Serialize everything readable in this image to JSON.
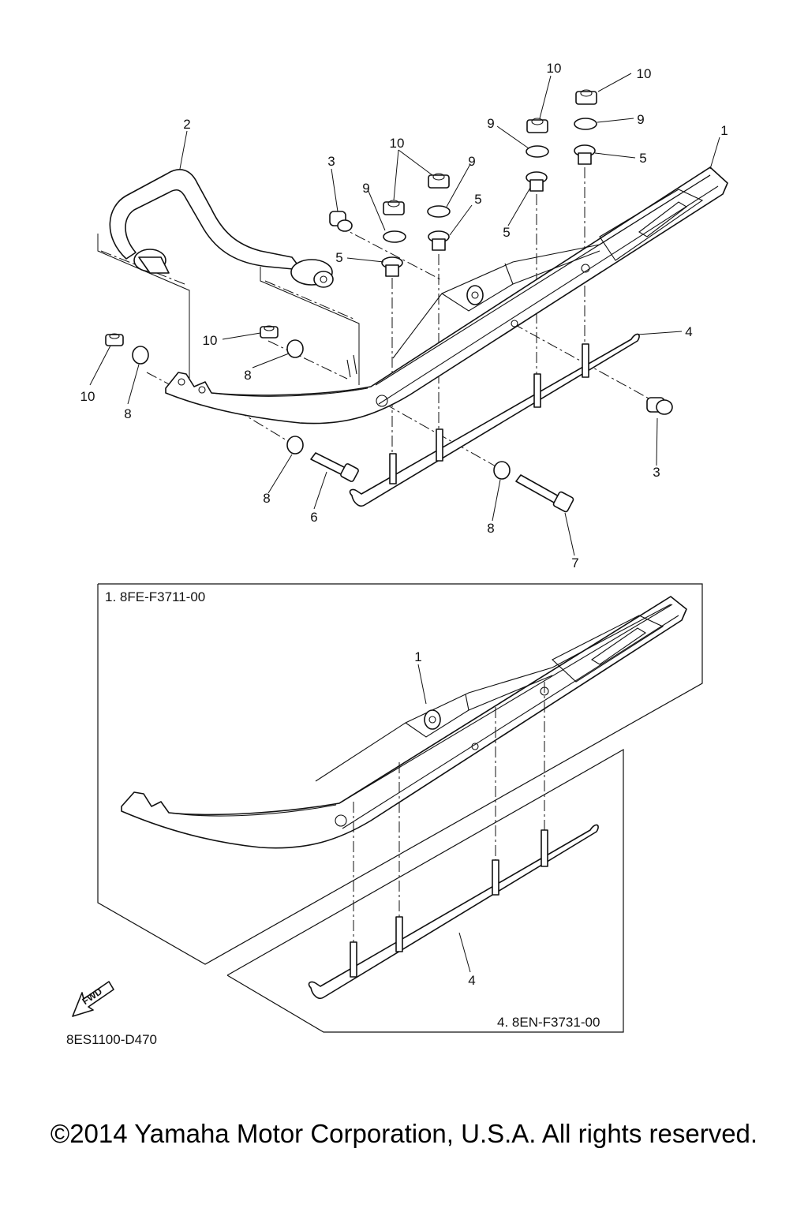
{
  "labels": {
    "c1": "1",
    "c2": "2",
    "c3a": "3",
    "c3b": "3",
    "c4": "4",
    "c5a": "5",
    "c5b": "5",
    "c5c": "5",
    "c5d": "5",
    "c6": "6",
    "c7": "7",
    "c8a": "8",
    "c8b": "8",
    "c8c": "8",
    "c8d": "8",
    "c9a": "9",
    "c9b": "9",
    "c9c": "9",
    "c9d": "9",
    "c10a": "10",
    "c10b": "10",
    "c10c": "10",
    "c10d": "10",
    "c10e": "10",
    "box1_item": "1",
    "box4_item": "4"
  },
  "boxes": {
    "ski_assy": "1. 8FE-F3711-00",
    "runner_assy": "4. 8EN-F3731-00"
  },
  "fwd_label": "FWD",
  "diagram_code": "8ES1100-D470",
  "copyright": "©2014 Yamaha Motor Corporation, U.S.A. All rights reserved."
}
